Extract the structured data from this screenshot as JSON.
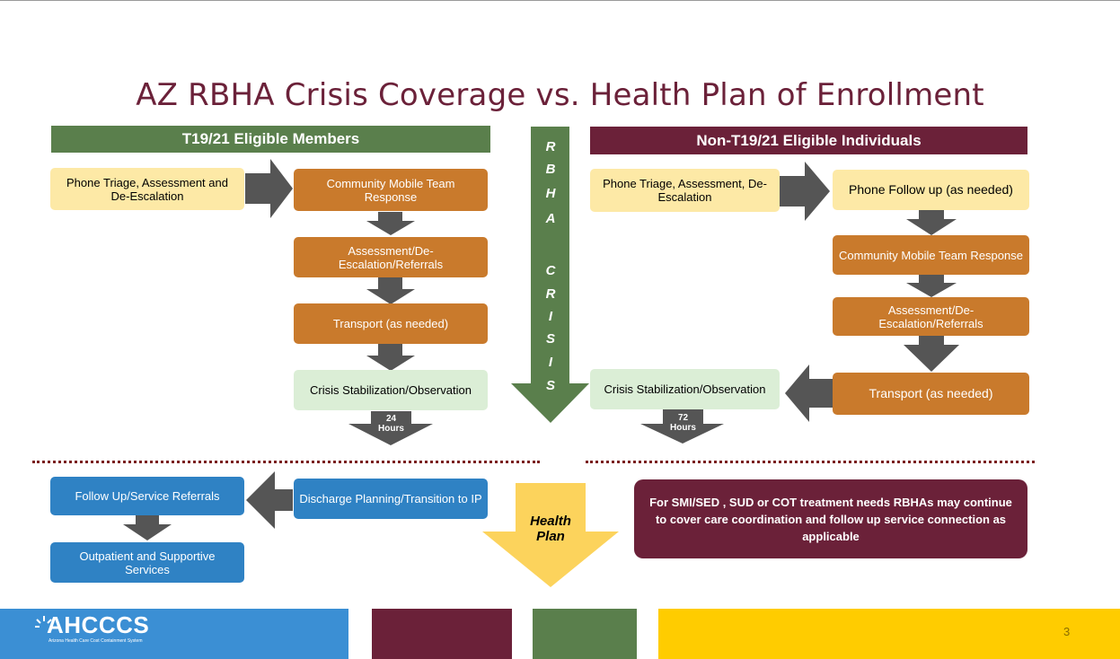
{
  "title": "AZ RBHA Crisis Coverage vs. Health Plan of Enrollment",
  "left": {
    "header": "T19/21 Eligible Members",
    "phone_triage": "Phone Triage, Assessment and De-Escalation",
    "mobile_team": "Community Mobile Team Response",
    "assessment": "Assessment/De-Escalation/Referrals",
    "transport": "Transport (as needed)",
    "crisis_stab": "Crisis Stabilization/Observation",
    "hours_num": "24",
    "hours_label": "Hours"
  },
  "center": {
    "letters": [
      "R",
      "B",
      "H",
      "A",
      "C",
      "R",
      "I",
      "S",
      "I",
      "S"
    ],
    "health_plan": "Health Plan"
  },
  "right": {
    "header": "Non-T19/21 Eligible Individuals",
    "phone_triage": "Phone Triage, Assessment, De-Escalation",
    "phone_followup": "Phone Follow up (as needed)",
    "mobile_team": "Community Mobile Team Response",
    "assessment": "Assessment/De-Escalation/Referrals",
    "transport": "Transport (as needed)",
    "crisis_stab": "Crisis Stabilization/Observation",
    "hours_num": "72",
    "hours_label": "Hours"
  },
  "bottom": {
    "followup": "Follow Up/Service Referrals",
    "outpatient": "Outpatient and Supportive Services",
    "discharge": "Discharge Planning/Transition to IP",
    "note": "For SMI/SED , SUD or COT treatment needs RBHAs may continue to cover care coordination and follow up service connection as applicable"
  },
  "footer": {
    "logo": "AHCCCS",
    "logo_sub": "Arizona Health Care Cost Containment System",
    "page": "3"
  },
  "colors": {
    "green": "#5a7f4c",
    "maroon": "#6b2139",
    "orange": "#c97a2c",
    "yellow_light": "#fde9a6",
    "green_light": "#dbeed6",
    "blue": "#2f82c4",
    "footer_blue": "#3b8fd4",
    "footer_gold": "#ffcc00",
    "arrow_gray": "#555555"
  }
}
